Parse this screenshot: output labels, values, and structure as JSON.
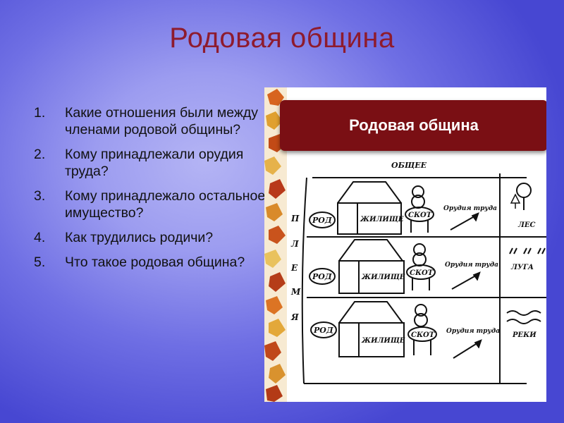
{
  "slide": {
    "title": "Родовая община",
    "questions": [
      {
        "num": "1.",
        "text": "Какие отношения были между членами родовой общины?"
      },
      {
        "num": "2.",
        "text": "Кому принадлежали орудия труда?"
      },
      {
        "num": "3.",
        "text": "Кому принадлежало остальное имущество?"
      },
      {
        "num": "4.",
        "text": "Как трудились родичи?"
      },
      {
        "num": "5.",
        "text": "Что такое родовая община?"
      }
    ]
  },
  "picture": {
    "banner": "Родовая община",
    "common": "ОБЩЕЕ",
    "tribe_letters": [
      "П",
      "Л",
      "Е",
      "М",
      "Я"
    ],
    "rows": [
      {
        "clan": "РОД",
        "dwelling": "ЖИЛИЩЕ",
        "cattle": "СКОТ",
        "tools": "Орудия труда"
      },
      {
        "clan": "РОД",
        "dwelling": "ЖИЛИЩЕ",
        "cattle": "СКОТ",
        "tools": "Орудия труда"
      },
      {
        "clan": "РОД",
        "dwelling": "ЖИЛИЩЕ",
        "cattle": "СКОТ",
        "tools": "Орудия труда"
      }
    ],
    "resources": {
      "forest": "ЛЕС",
      "meadows": "ЛУГА",
      "rivers": "РЕКИ"
    }
  }
}
